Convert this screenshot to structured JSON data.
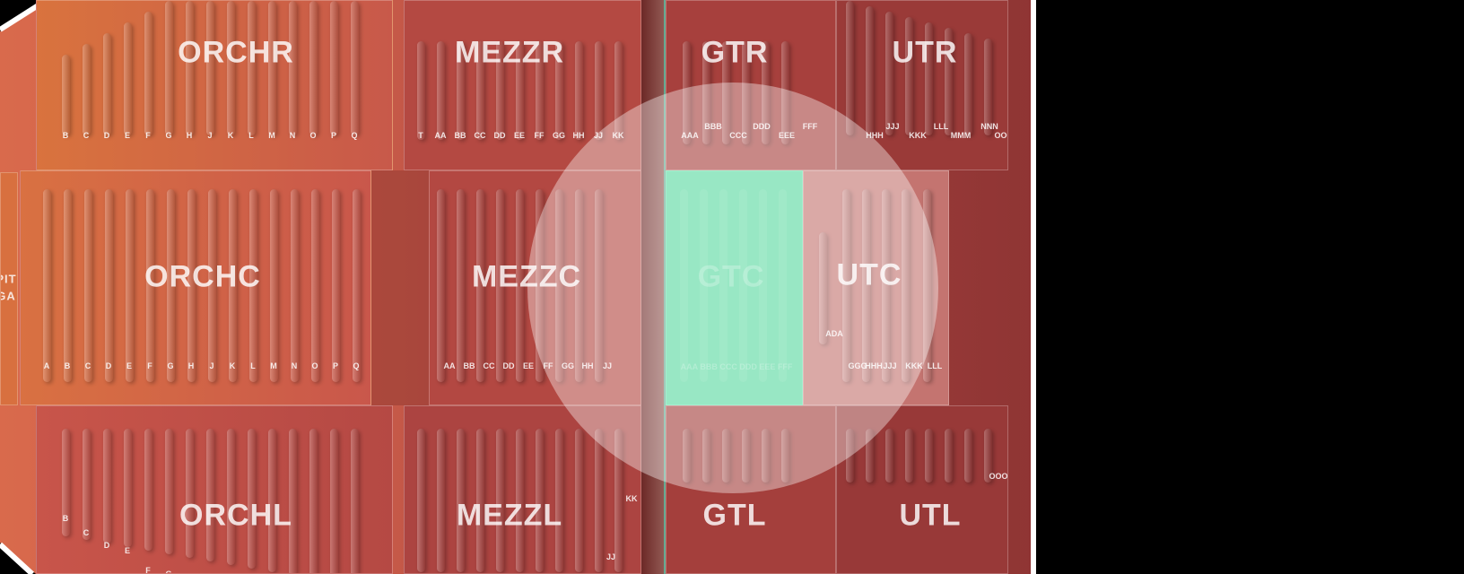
{
  "sections": {
    "orchr": {
      "label": "ORCHR",
      "rows": [
        "B",
        "C",
        "D",
        "E",
        "F",
        "G",
        "H",
        "J",
        "K",
        "L",
        "M",
        "N",
        "O",
        "P",
        "Q"
      ]
    },
    "mezzr": {
      "label": "MEZZR",
      "rows": [
        "T",
        "AA",
        "BB",
        "CC",
        "DD",
        "EE",
        "FF",
        "GG",
        "HH",
        "JJ",
        "KK"
      ]
    },
    "gtr": {
      "label": "GTR",
      "rows_top": [
        "BBB",
        "DDD",
        "FFF"
      ],
      "rows_bottom": [
        "AAA",
        "CCC",
        "EEE"
      ]
    },
    "utr": {
      "label": "UTR",
      "rows_top": [
        "JJJ",
        "LLL",
        "NNN"
      ],
      "rows_bottom": [
        "HHH",
        "KKK",
        "MMM",
        "OOO"
      ]
    },
    "pit": {
      "label_line1": "PIT",
      "label_line2": "GA"
    },
    "orchc": {
      "label": "ORCHC",
      "rows": [
        "A",
        "B",
        "C",
        "D",
        "E",
        "F",
        "G",
        "H",
        "J",
        "K",
        "L",
        "M",
        "N",
        "O",
        "P",
        "Q"
      ]
    },
    "mezzc": {
      "label": "MEZZC",
      "rows": [
        "AA",
        "BB",
        "CC",
        "DD",
        "EE",
        "FF",
        "GG",
        "HH",
        "JJ"
      ]
    },
    "gtc": {
      "label": "GTC",
      "rows_line": "AAA BBB CCC DDD EEE FFF"
    },
    "utc": {
      "label": "UTC",
      "ada": "ADA",
      "rows": [
        "GGG",
        "HHH",
        "JJJ",
        "KKK",
        "LLL"
      ]
    },
    "orchl": {
      "label": "ORCHL",
      "rows": [
        "B",
        "C",
        "D",
        "E",
        "F",
        "G"
      ]
    },
    "mezzl": {
      "label": "MEZZL",
      "kk": "KK",
      "jj": "JJ"
    },
    "gtl": {
      "label": "GTL"
    },
    "utl": {
      "label": "UTL",
      "ooo": "OOO"
    }
  },
  "colors": {
    "selected": "#5ad9a0",
    "magnifier": "rgba(255,255,255,0.38)",
    "accent_line": "#4fd2b0"
  }
}
